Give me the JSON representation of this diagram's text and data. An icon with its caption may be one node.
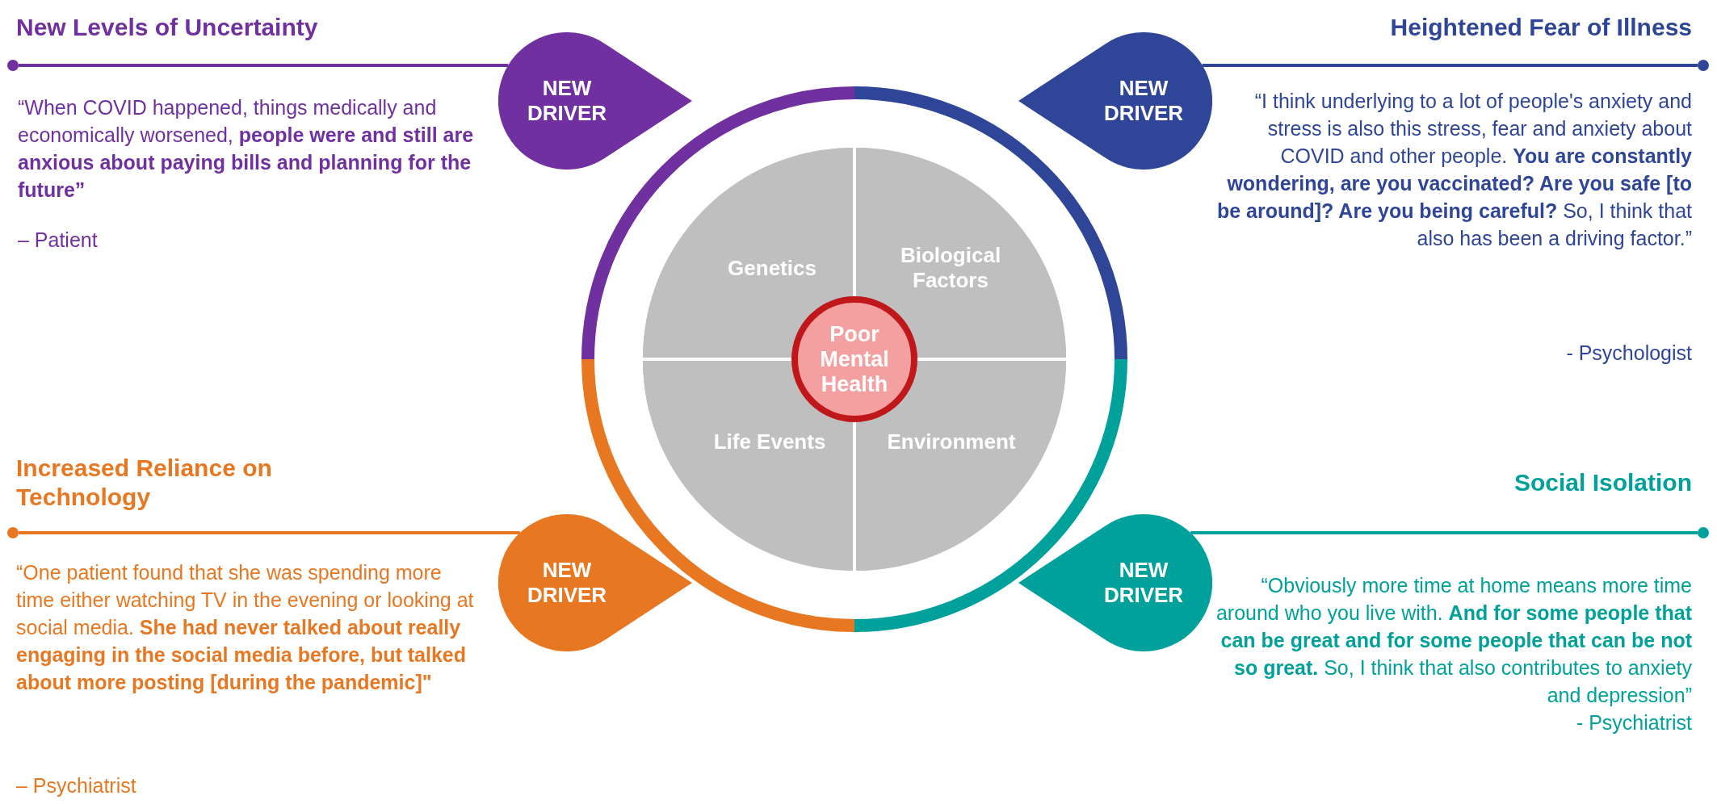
{
  "diagram": {
    "nodes": [
      {
        "text": [],
        "shape": "circle"
      },
      {
        "text": [
          "NEW DRIVER"
        ]
      },
      {
        "text": [
          "NEW DRIVER"
        ]
      },
      {
        "text": [],
        "shape": "circle"
      },
      {
        "text": [],
        "shape": "circle"
      },
      {
        "text": [
          "NEW DRIVER"
        ]
      },
      {
        "text": [
          "NEW DRIVER"
        ]
      },
      {
        "text": [],
        "shape": "circle"
      },
      {
        "text": [],
        "shape": "circle"
      },
      {
        "text": [
          "Genetics"
        ],
        "in": 8
      },
      {
        "text": [
          "Biological Factors"
        ],
        "in": 8
      },
      {
        "text": [
          "Life Events"
        ],
        "in": 8
      },
      {
        "text": [
          "Environment"
        ],
        "in": 8
      },
      {
        "text": [
          "Poor Mental Health"
        ],
        "in": 8
      }
    ],
    "edges": [
      {
        "from": 0,
        "to": 1,
        "arrow": "none",
        "color": "#7030a0"
      },
      {
        "from": 3,
        "to": 2,
        "arrow": "none",
        "color": "#2e4598"
      },
      {
        "from": 4,
        "to": 5,
        "arrow": "none",
        "color": "#e87722"
      },
      {
        "from": 7,
        "to": 6,
        "arrow": "none",
        "color": "#00a19a"
      }
    ],
    "labels": [
      "New Levels of Uncertainty",
      "“When COVID happened, things medically and economically worsened, **people were and still are anxious about paying bills and planning for the future”**",
      "– Patient",
      "Heightened Fear of Illness",
      "“I think underlying to a lot of people's anxiety and stress is also this stress, fear and anxiety about COVID and other people. **You are constantly wondering, are you vaccinated? Are you safe [to be around]? Are you being careful?** So, I think that also has been a driving factor.”",
      "- Psychologist",
      "Increased Reliance on Technology",
      "“One patient found that she was spending more time either watching TV in the evening or looking at social media. **She had never talked about really engaging in the social media before, but talked about more posting [during the pandemic]\"**",
      "– Psychiatrist",
      "Social Isolation",
      "“Obviously more time at home means more time around who you live with. **And for some people that can be great and for some people that can be not so great.** So, I think that also contributes to anxiety and depression”",
      "- Psychiatrist"
    ]
  }
}
